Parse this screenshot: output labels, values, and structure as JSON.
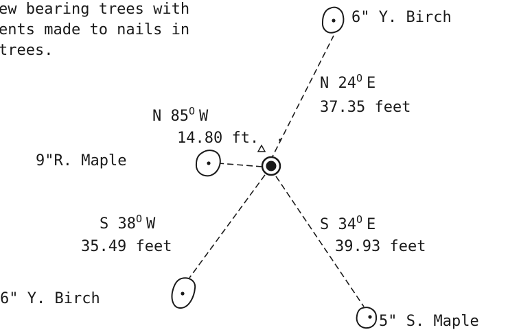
{
  "note": {
    "line1": "ew bearing trees with",
    "line2": "ents made to nails in",
    "line3": "trees."
  },
  "bearing_trees": [
    {
      "tree_label": "6\" Y. Birch",
      "bearing": [
        "N 24",
        "E"
      ],
      "distance": "37.35 feet"
    },
    {
      "tree_label": "9\"R. Maple",
      "bearing": [
        "N 85",
        "W"
      ],
      "distance": "14.80 ft."
    },
    {
      "tree_label": "6\" Y. Birch",
      "bearing": [
        "S 38",
        "W"
      ],
      "distance": "35.49 feet"
    },
    {
      "tree_label": "5\" S. Maple",
      "bearing": [
        "S 34",
        "E"
      ],
      "distance": "39.93 feet"
    }
  ],
  "degree_mark": "O"
}
